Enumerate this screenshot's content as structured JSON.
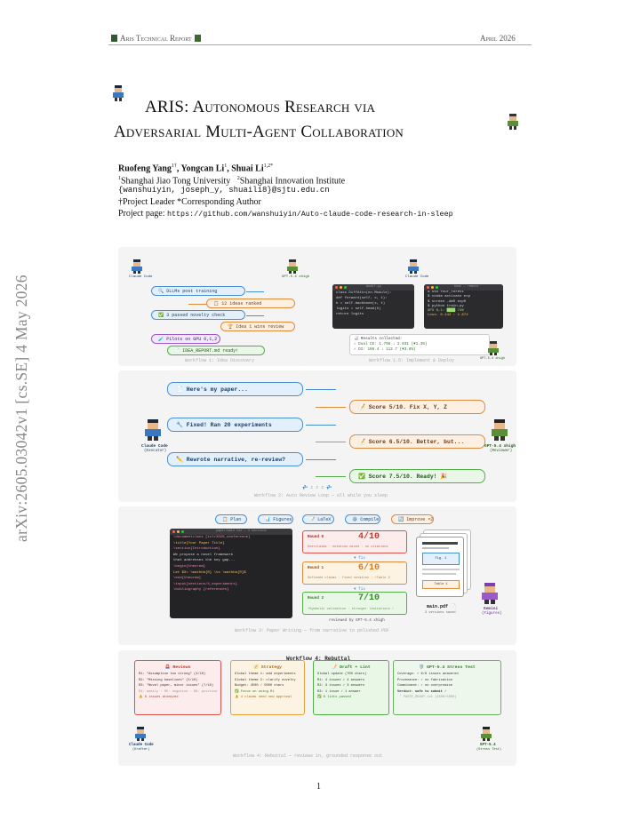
{
  "header": {
    "left": "Aris Technical Report",
    "right": "April 2026"
  },
  "arxiv_stamp": "arXiv:2605.03042v1  [cs.SE]  4 May 2026",
  "title": {
    "line1": "ARIS: Autonomous Research via",
    "line2": "Adversarial Multi-Agent Collaboration"
  },
  "authors": {
    "names": "Ruofeng Yang",
    "names_sup": "1†",
    "name2": ", Yongcan Li",
    "name2_sup": "1",
    "name3": ", Shuai Li",
    "name3_sup": "1,2*",
    "affil": "Shanghai Jiao Tong University",
    "affil2": "Shanghai Innovation Institute",
    "emails": "{wanshuiyin, joseph_y, shuaili8}@sjtu.edu.cn",
    "roles": "†Project Leader    *Corresponding Author",
    "project_label": "Project page:",
    "project_url": "https://github.com/wanshuiyin/Auto-claude-code-research-in-sleep"
  },
  "wf1": {
    "left_agent": "Claude Code",
    "right_agent": "GPT-5.4 xhigh",
    "items": [
      "🔍 DLLMs post training",
      "📋 12 ideas ranked",
      "✅ 3 passed novelty check",
      "🏆 Idea 1 wins review",
      "🧪 Pilots on GPU 0,1,2",
      "📄 IDEA_REPORT.md ready!"
    ],
    "caption": "Workflow 1: Idea Discovery"
  },
  "wf15": {
    "agent1": "Claude Code",
    "agent2": "GPT-5.4 xhigh",
    "term1_title": "model.py",
    "term1_lines": [
      "class DiffAttn(nn.Module):",
      "  def forward(self, x, t):",
      "    h = self.backbone(x, t)",
      "    logits = self.head(h)",
      "    return logits"
    ],
    "term2_title": "bash — remote",
    "term2_lines": [
      "$ ssh four_forest",
      "$ conda activate exp",
      "$ screen -dmS exp0",
      "$ python train.py",
      "GPU 0,1: ████ 74%",
      "Loss: 0.142 ↓ 1.872"
    ],
    "results_lines": [
      "📊 Results collected:",
      "✓ Dual CE: 1.798 ↓ 2.031 (▼1.3%)",
      "✓ DI: 108.4 ↓ 112.7 (▼3.8%)"
    ],
    "caption": "Workflow 1.5: Implement & Deploy"
  },
  "wf2": {
    "left_agent": "Claude Code",
    "left_role": "(Executor)",
    "right_agent": "GPT-5.4 xhigh",
    "right_role": "(Reviewer)",
    "messages": [
      "📄 Here's my paper...",
      "📝 Score 5/10. Fix X, Y, Z",
      "🔧 Fixed! Ran 20 experiments",
      "📝 Score 6.5/10. Better, but...",
      "✏️ Rewrote narrative, re-review?",
      "✅ Score 7.5/10. Ready! 🎉"
    ],
    "sleep": "💤 z z z 💤",
    "caption": "Workflow 2: Auto Review Loop — all while you sleep"
  },
  "wf3": {
    "steps": [
      "📋 Plan",
      "📊 Figures",
      "📝 LaTeX",
      "⚙️ Compile",
      "🔄 Improve ×2"
    ],
    "latex_title": "paper/main.tex — 3 sections",
    "latex_lines": [
      "\\documentclass  [iclr2026_conference]",
      "\\title{Your Paper Title}",
      "",
      "\\section{Introduction}",
      "We propose a novel framework",
      "that addresses the key gap...",
      "\\begin{theorem}",
      "  Let $X= \\mathbb{R} \\to \\mathbb{R}$",
      "\\end{theorem}",
      "",
      "\\input{sections/4_experiments}",
      "\\bibliography {references}"
    ],
    "rounds": [
      {
        "label": "Round 0",
        "score": "4/10",
        "note": "Overclaims · notation mixed · no citations"
      },
      {
        "label": "Round 1",
        "score": "6/10",
        "note": "Softened claims · fixed notation · +Table 2"
      },
      {
        "label": "Round 2",
        "score": "7/10",
        "note": "+Symbolic validation · stronger limitations ✓"
      }
    ],
    "fix": "▼ fix",
    "reviewed": "reviewed by GPT-5.4 xhigh",
    "pdf_name": "main.pdf 📄",
    "pdf_sub": "3 versions saved",
    "pdf_fig": "Fig. 1",
    "pdf_table": "Table 1",
    "gemini": "Gemini",
    "gemini_role": "(Figures)",
    "caption": "Workflow 3: Paper Writing — from narrative to polished PDF"
  },
  "wf4": {
    "title": "Workflow 4: Rebuttal",
    "columns": [
      {
        "title": "🚨 Reviews",
        "lines": [
          "R1: \"Assumption too strong\" (4/10)",
          "R2: \"Missing baselines\" (5/10)",
          "R3: \"Novel paper, minor issues\" (7/10)",
          "R4: weakly · R5: negative · R6: positive",
          "⚠️ 6 issues atomized"
        ]
      },
      {
        "title": "🧭 Strategy",
        "lines": [
          "Global theme 1: add experiments",
          "Global theme 2: clarify novelty",
          "Budget: 4500 / 5000 chars",
          "✅ Focus on using R1",
          "⚠️ 4 claims need new approval"
        ]
      },
      {
        "title": "📝 Draft + Lint",
        "lines": [
          "Global update (700 chars)",
          "R1: 4 issues ✓ 4 answers",
          "R2: 3 issues ✓ 3 answers",
          "R3: 1 issue ✓ 1 answer",
          "✅ 6 lints passed"
        ]
      },
      {
        "title": "🛡️ GPT-5.4 Stress Test",
        "lines": [
          "Coverage: ✓ 6/6 issues answered",
          "Provenance: ✓ no fabrication",
          "Commitment: ✓ no overpromise",
          "Verdict: safe to submit ✓",
          "📄 PASTE_READY.txt (4500/5000)"
        ]
      }
    ],
    "left_agent": "Claude Code",
    "left_role": "(Drafter)",
    "right_agent": "GPT-5.4",
    "right_role": "(Stress Test)",
    "caption": "Workflow 4: Rebuttal — reviews in, grounded response out"
  },
  "page_number": "1",
  "colors": {
    "blue": "#4a90d0",
    "orange": "#e08a3c",
    "green": "#52b047",
    "purple": "#9b59c9",
    "red": "#d9534f"
  }
}
